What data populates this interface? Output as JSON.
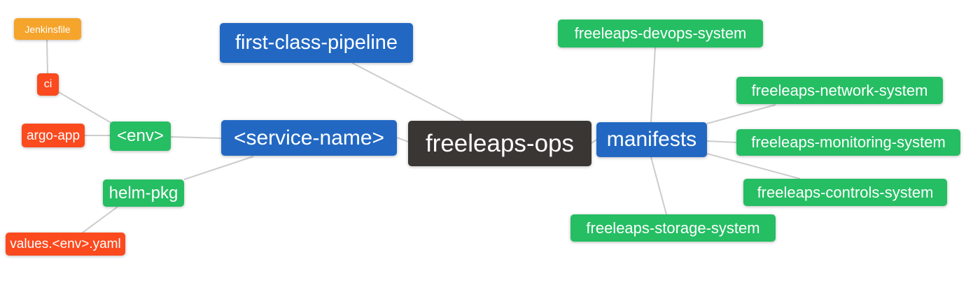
{
  "diagram": {
    "type": "mindmap",
    "background": "#ffffff",
    "root": "freeleaps-ops"
  },
  "palette": {
    "orange": "#f5a42c",
    "red": "#fb4a1e",
    "green": "#25be63",
    "blue": "#2268c3",
    "dark": "#3a3633",
    "text": "#ffffff",
    "edge": "#cccccc"
  },
  "nodes": {
    "jenkinsfile": {
      "label": "Jenkinsfile",
      "color": "orange"
    },
    "ci": {
      "label": "ci",
      "color": "red"
    },
    "argo_app": {
      "label": "argo-app",
      "color": "red"
    },
    "env": {
      "label": "<env>",
      "color": "green"
    },
    "helm_pkg": {
      "label": "helm-pkg",
      "color": "green"
    },
    "values_env_yaml": {
      "label": "values.<env>.yaml",
      "color": "red"
    },
    "first_class_pipeline": {
      "label": "first-class-pipeline",
      "color": "blue"
    },
    "service_name": {
      "label": "<service-name>",
      "color": "blue"
    },
    "freeleaps_ops": {
      "label": "freeleaps-ops",
      "color": "dark"
    },
    "manifests": {
      "label": "manifests",
      "color": "blue"
    },
    "devops_system": {
      "label": "freeleaps-devops-system",
      "color": "green"
    },
    "network_system": {
      "label": "freeleaps-network-system",
      "color": "green"
    },
    "monitoring_system": {
      "label": "freeleaps-monitoring-system",
      "color": "green"
    },
    "controls_system": {
      "label": "freeleaps-controls-system",
      "color": "green"
    },
    "storage_system": {
      "label": "freeleaps-storage-system",
      "color": "green"
    }
  },
  "edges": [
    {
      "from": "jenkinsfile",
      "to": "ci"
    },
    {
      "from": "ci",
      "to": "env"
    },
    {
      "from": "argo_app",
      "to": "env"
    },
    {
      "from": "env",
      "to": "service_name"
    },
    {
      "from": "helm_pkg",
      "to": "service_name"
    },
    {
      "from": "values_env_yaml",
      "to": "helm_pkg"
    },
    {
      "from": "first_class_pipeline",
      "to": "freeleaps_ops"
    },
    {
      "from": "service_name",
      "to": "freeleaps_ops"
    },
    {
      "from": "freeleaps_ops",
      "to": "manifests"
    },
    {
      "from": "manifests",
      "to": "devops_system"
    },
    {
      "from": "manifests",
      "to": "network_system"
    },
    {
      "from": "manifests",
      "to": "monitoring_system"
    },
    {
      "from": "manifests",
      "to": "controls_system"
    },
    {
      "from": "manifests",
      "to": "storage_system"
    }
  ]
}
